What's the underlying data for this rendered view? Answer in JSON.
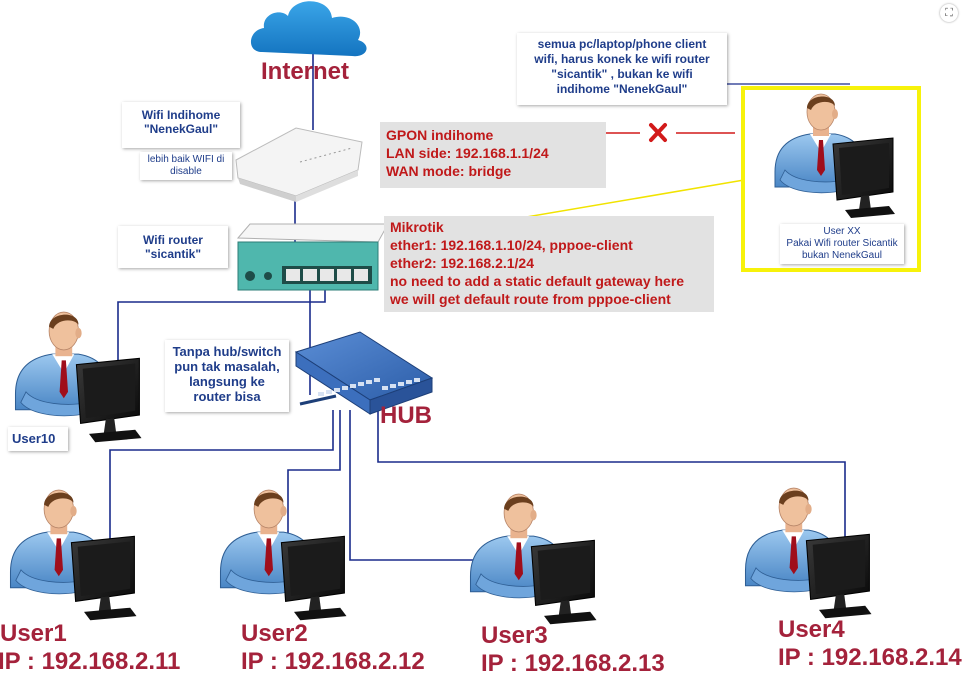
{
  "labels": {
    "internet": "Internet",
    "hub": "HUB",
    "wifi_indihome_title": "Wifi Indihome \"NenekGaul\"",
    "wifi_indihome_note": "lebih baik WIFI di disable",
    "wifi_router_title": "Wifi router \"sicantik\"",
    "hub_note": "Tanpa hub/switch pun tak masalah, langsung ke router bisa",
    "client_note": "semua pc/laptop/phone client wifi, harus konek ke wifi router \"sicantik\" , bukan ke wifi indihome \"NenekGaul\"",
    "user_xx_name": "User XX",
    "user_xx_note": "Pakai Wifi router Sicantik bukan NenekGaul",
    "user10": "User10"
  },
  "gpon": {
    "lines": [
      "GPON indihome",
      "LAN side: 192.168.1.1/24",
      "WAN mode: bridge"
    ]
  },
  "mikrotik": {
    "lines": [
      "Mikrotik",
      "ether1: 192.168.1.10/24, pppoe-client",
      "ether2: 192.168.2.1/24",
      "no need to add a static default gateway here",
      "we will get default route from pppoe-client"
    ]
  },
  "users": [
    {
      "name": "User1",
      "ip": "IP : 192.168.2.11"
    },
    {
      "name": "User2",
      "ip": "IP : 192.168.2.12"
    },
    {
      "name": "User3",
      "ip": "IP : 192.168.2.13"
    },
    {
      "name": "User4",
      "ip": "IP : 192.168.2.14"
    }
  ],
  "colors": {
    "cable": "#1a2c8c",
    "title_red": "#a4223b",
    "note_blue": "#1f3d8a",
    "gray_box": "#e2e2e2",
    "highlight_yellow": "#f7f20a",
    "arrow_red": "#d21a1a",
    "cloud": "#1f8fd8"
  },
  "icons": {
    "corner": "scan-icon",
    "cross": "x-mark"
  }
}
